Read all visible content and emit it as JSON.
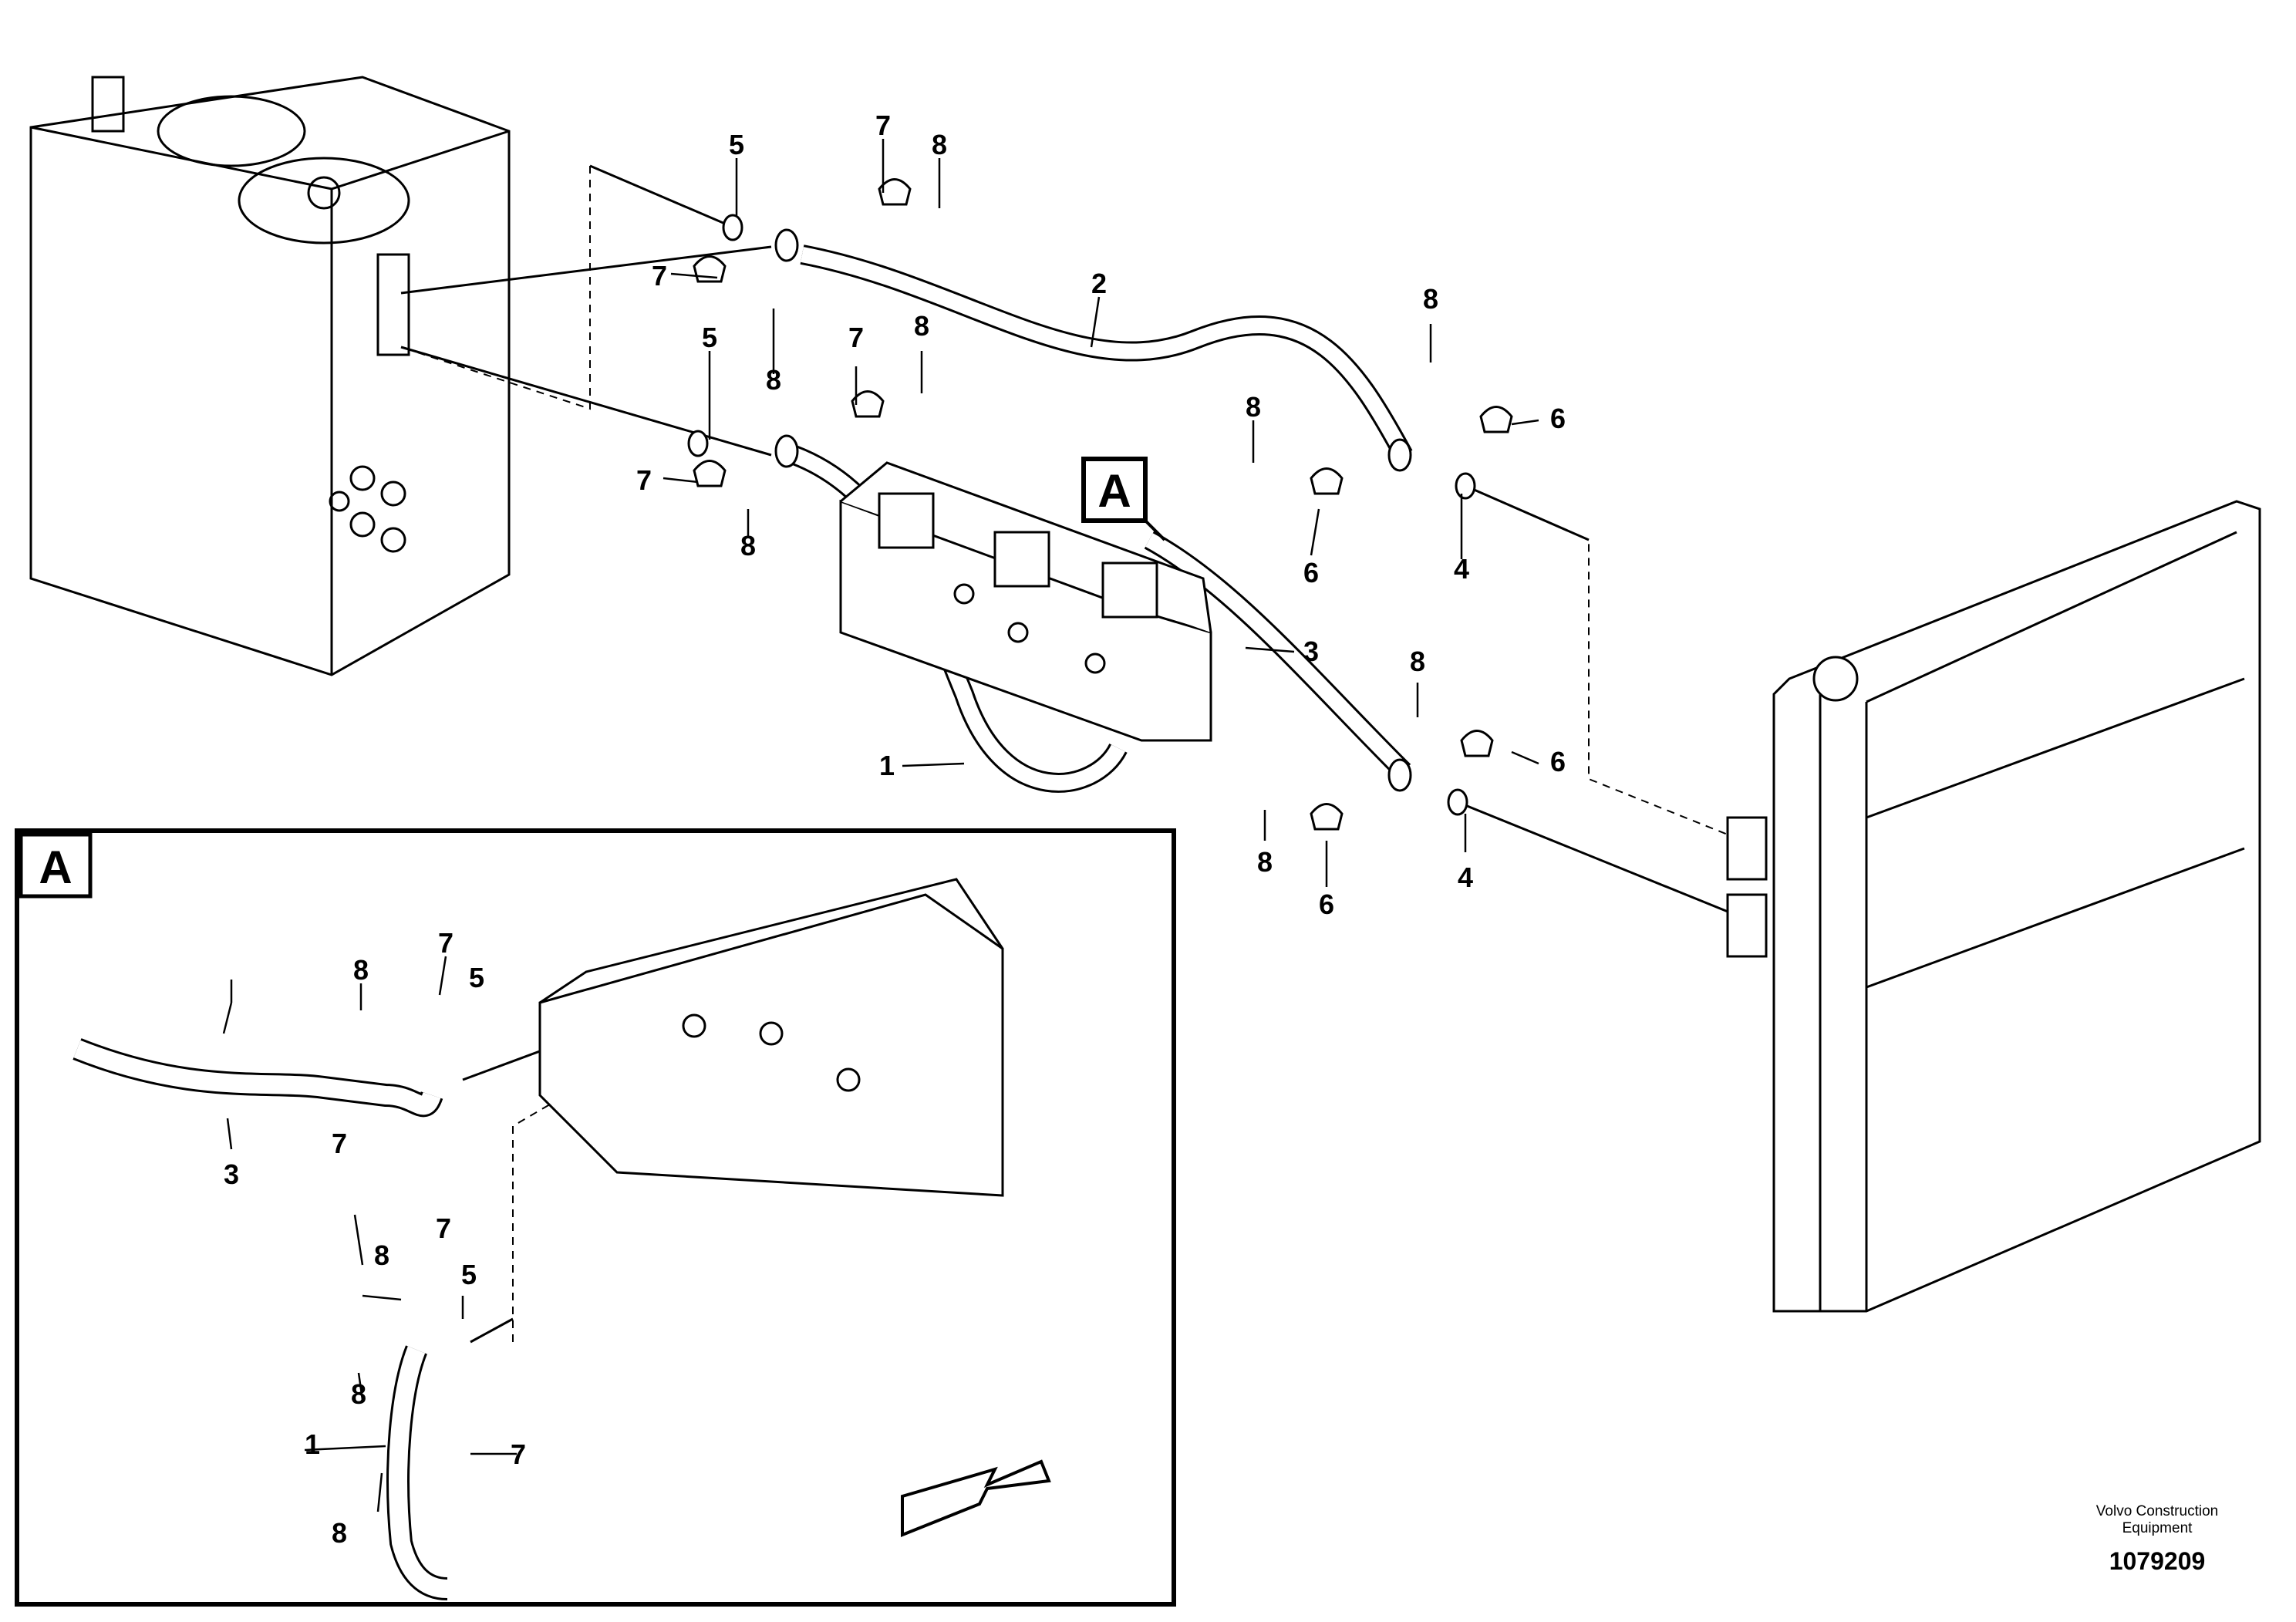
{
  "diagram": {
    "detail_label": "A",
    "callouts": {
      "c1": "1",
      "c2": "2",
      "c3": "3",
      "c4": "4",
      "c5": "5",
      "c6": "6",
      "c7": "7",
      "c8": "8"
    }
  },
  "footer": {
    "company_line1": "Volvo Construction",
    "company_line2": "Equipment",
    "drawing_number": "1079209"
  }
}
